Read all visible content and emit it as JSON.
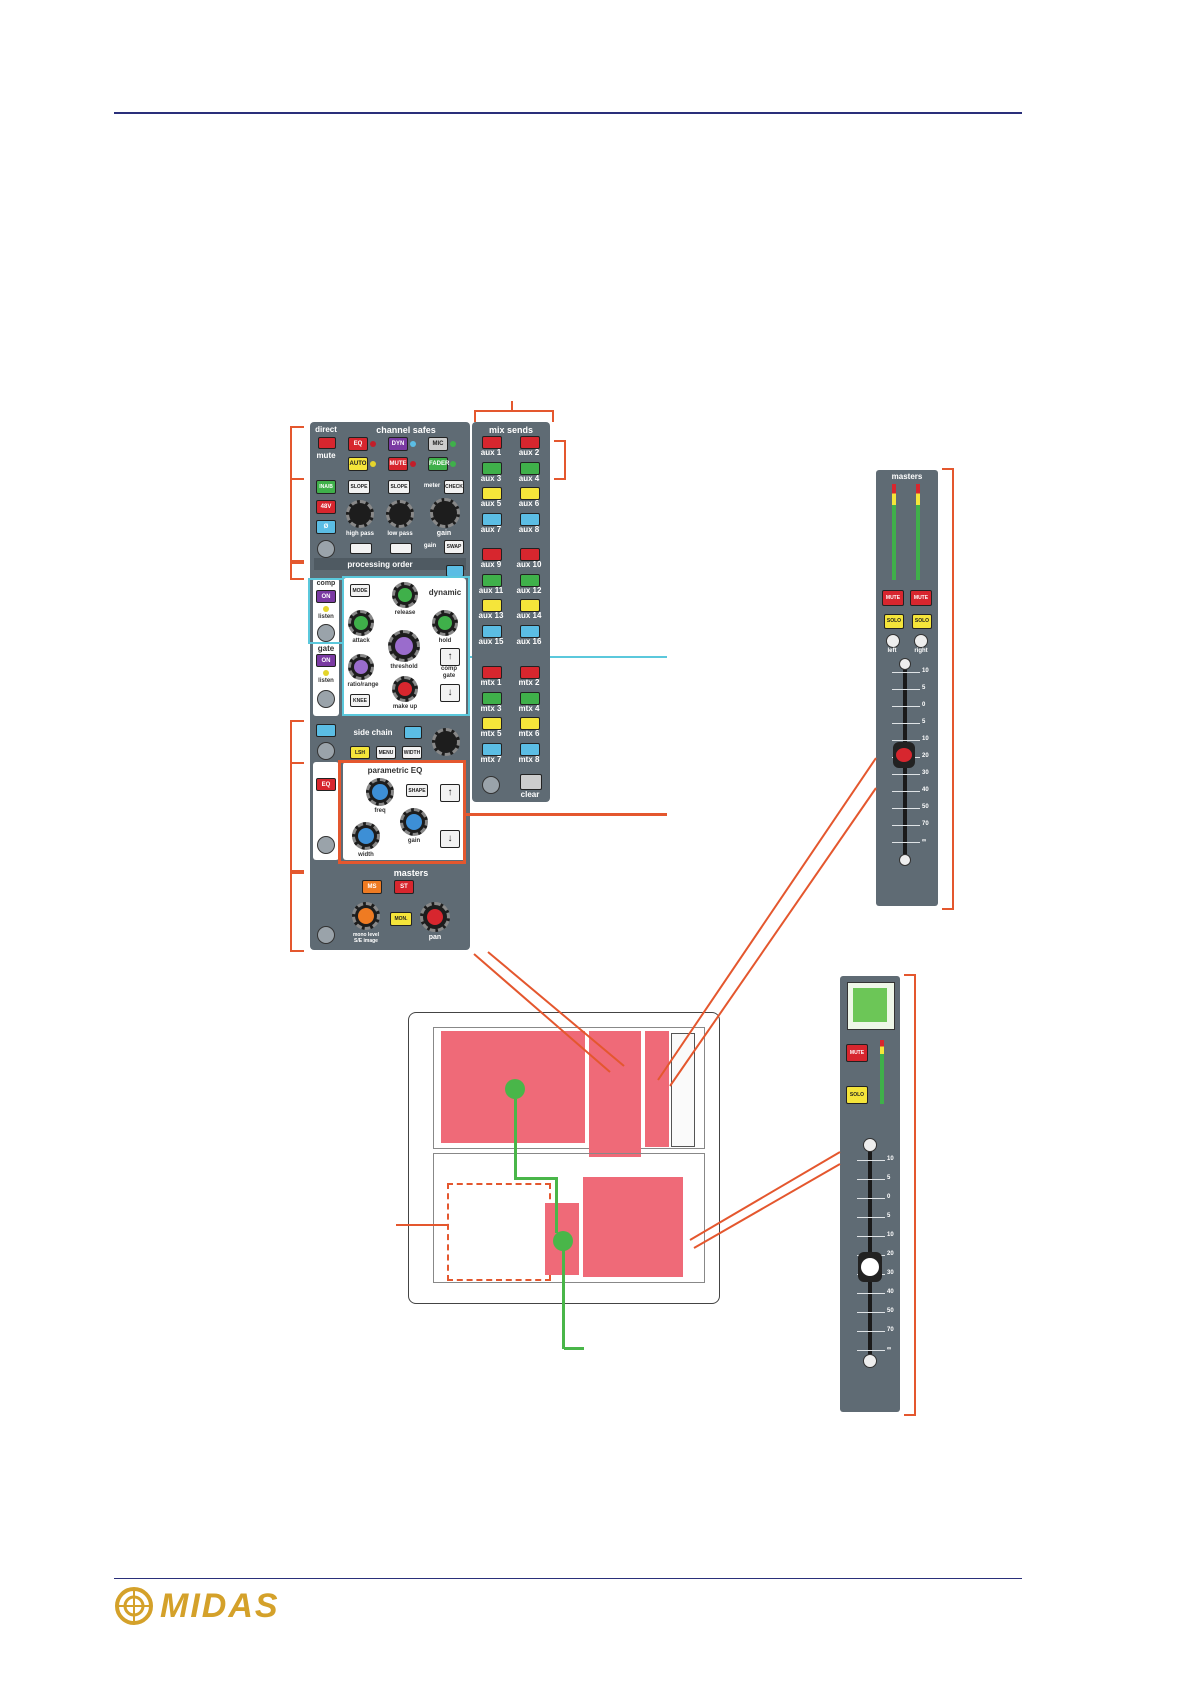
{
  "strip": {
    "direct": "direct",
    "mute": "mute",
    "channel_safes": "channel safes",
    "safes_eq": "EQ",
    "safes_dyn": "DYN",
    "safes_mic": "MIC",
    "safes_auto": "AUTO",
    "safes_mute": "MUTE",
    "safes_fader": "FADER",
    "input_a": "INA/B",
    "v48": "48V",
    "phase": "Ø",
    "slope1": "SLOPE",
    "slope2": "SLOPE",
    "high_pass": "high pass",
    "low_pass": "low pass",
    "meter": "meter",
    "check": "CHECK",
    "gain": "gain",
    "gain2": "gain",
    "swap": "SWAP",
    "processing_order": "processing order",
    "comp": "comp",
    "on": "ON",
    "listen": "listen",
    "gate": "gate",
    "on2": "ON",
    "listen2": "listen",
    "mode": "MODE",
    "dynamic": "dynamic",
    "release": "release",
    "attack": "attack",
    "hold": "hold",
    "threshold": "threshold",
    "comp_gate": "comp\ngate",
    "ratio_range": "ratio/range",
    "knee": "KNEE",
    "make_up": "make up",
    "side_chain": "side chain",
    "lsh": "LSH",
    "menu": "MENU",
    "width": "WIDTH",
    "parametric_eq": "parametric EQ",
    "eq": "EQ",
    "shape": "SHAPE",
    "freq": "freq",
    "width_lbl": "width",
    "gain_eq": "gain",
    "masters": "masters",
    "ms": "MS",
    "st": "ST",
    "mon": "MON.",
    "mono_level": "mono level",
    "lr_image": "S/E image",
    "pan": "pan"
  },
  "mix_sends": {
    "title": "mix sends",
    "aux": [
      "aux 1",
      "aux 2",
      "aux 3",
      "aux 4",
      "aux 5",
      "aux 6",
      "aux 7",
      "aux 8",
      "aux 9",
      "aux 10",
      "aux 11",
      "aux 12",
      "aux 13",
      "aux 14",
      "aux 15",
      "aux 16"
    ],
    "mtx": [
      "mtx 1",
      "mtx 2",
      "mtx 3",
      "mtx 4",
      "mtx 5",
      "mtx 6",
      "mtx 7",
      "mtx 8"
    ],
    "clear": "clear",
    "colors": [
      "#d7262e",
      "#3fb04a",
      "#f5e53a",
      "#5bbde4"
    ]
  },
  "masters_strip": {
    "title": "masters",
    "mute_l": "MUTE",
    "mute_r": "MUTE",
    "solo_l": "SOLO",
    "solo_r": "SOLO",
    "left": "left",
    "right": "right",
    "scale": [
      "10",
      "5",
      "0",
      "5",
      "10",
      "20",
      "30",
      "40",
      "50",
      "70",
      "∞"
    ]
  },
  "vca_strip": {
    "mute": "MUTE",
    "solo": "SOLO",
    "scale": [
      "10",
      "5",
      "0",
      "5",
      "10",
      "20",
      "30",
      "40",
      "50",
      "70",
      "∞"
    ]
  },
  "logo": {
    "text": "MIDAS"
  },
  "colors": {
    "accent_orange": "#e4572e",
    "accent_cyan": "#5bc8dc",
    "highlight_pink": "#ef6a78",
    "path_green": "#49b649"
  }
}
